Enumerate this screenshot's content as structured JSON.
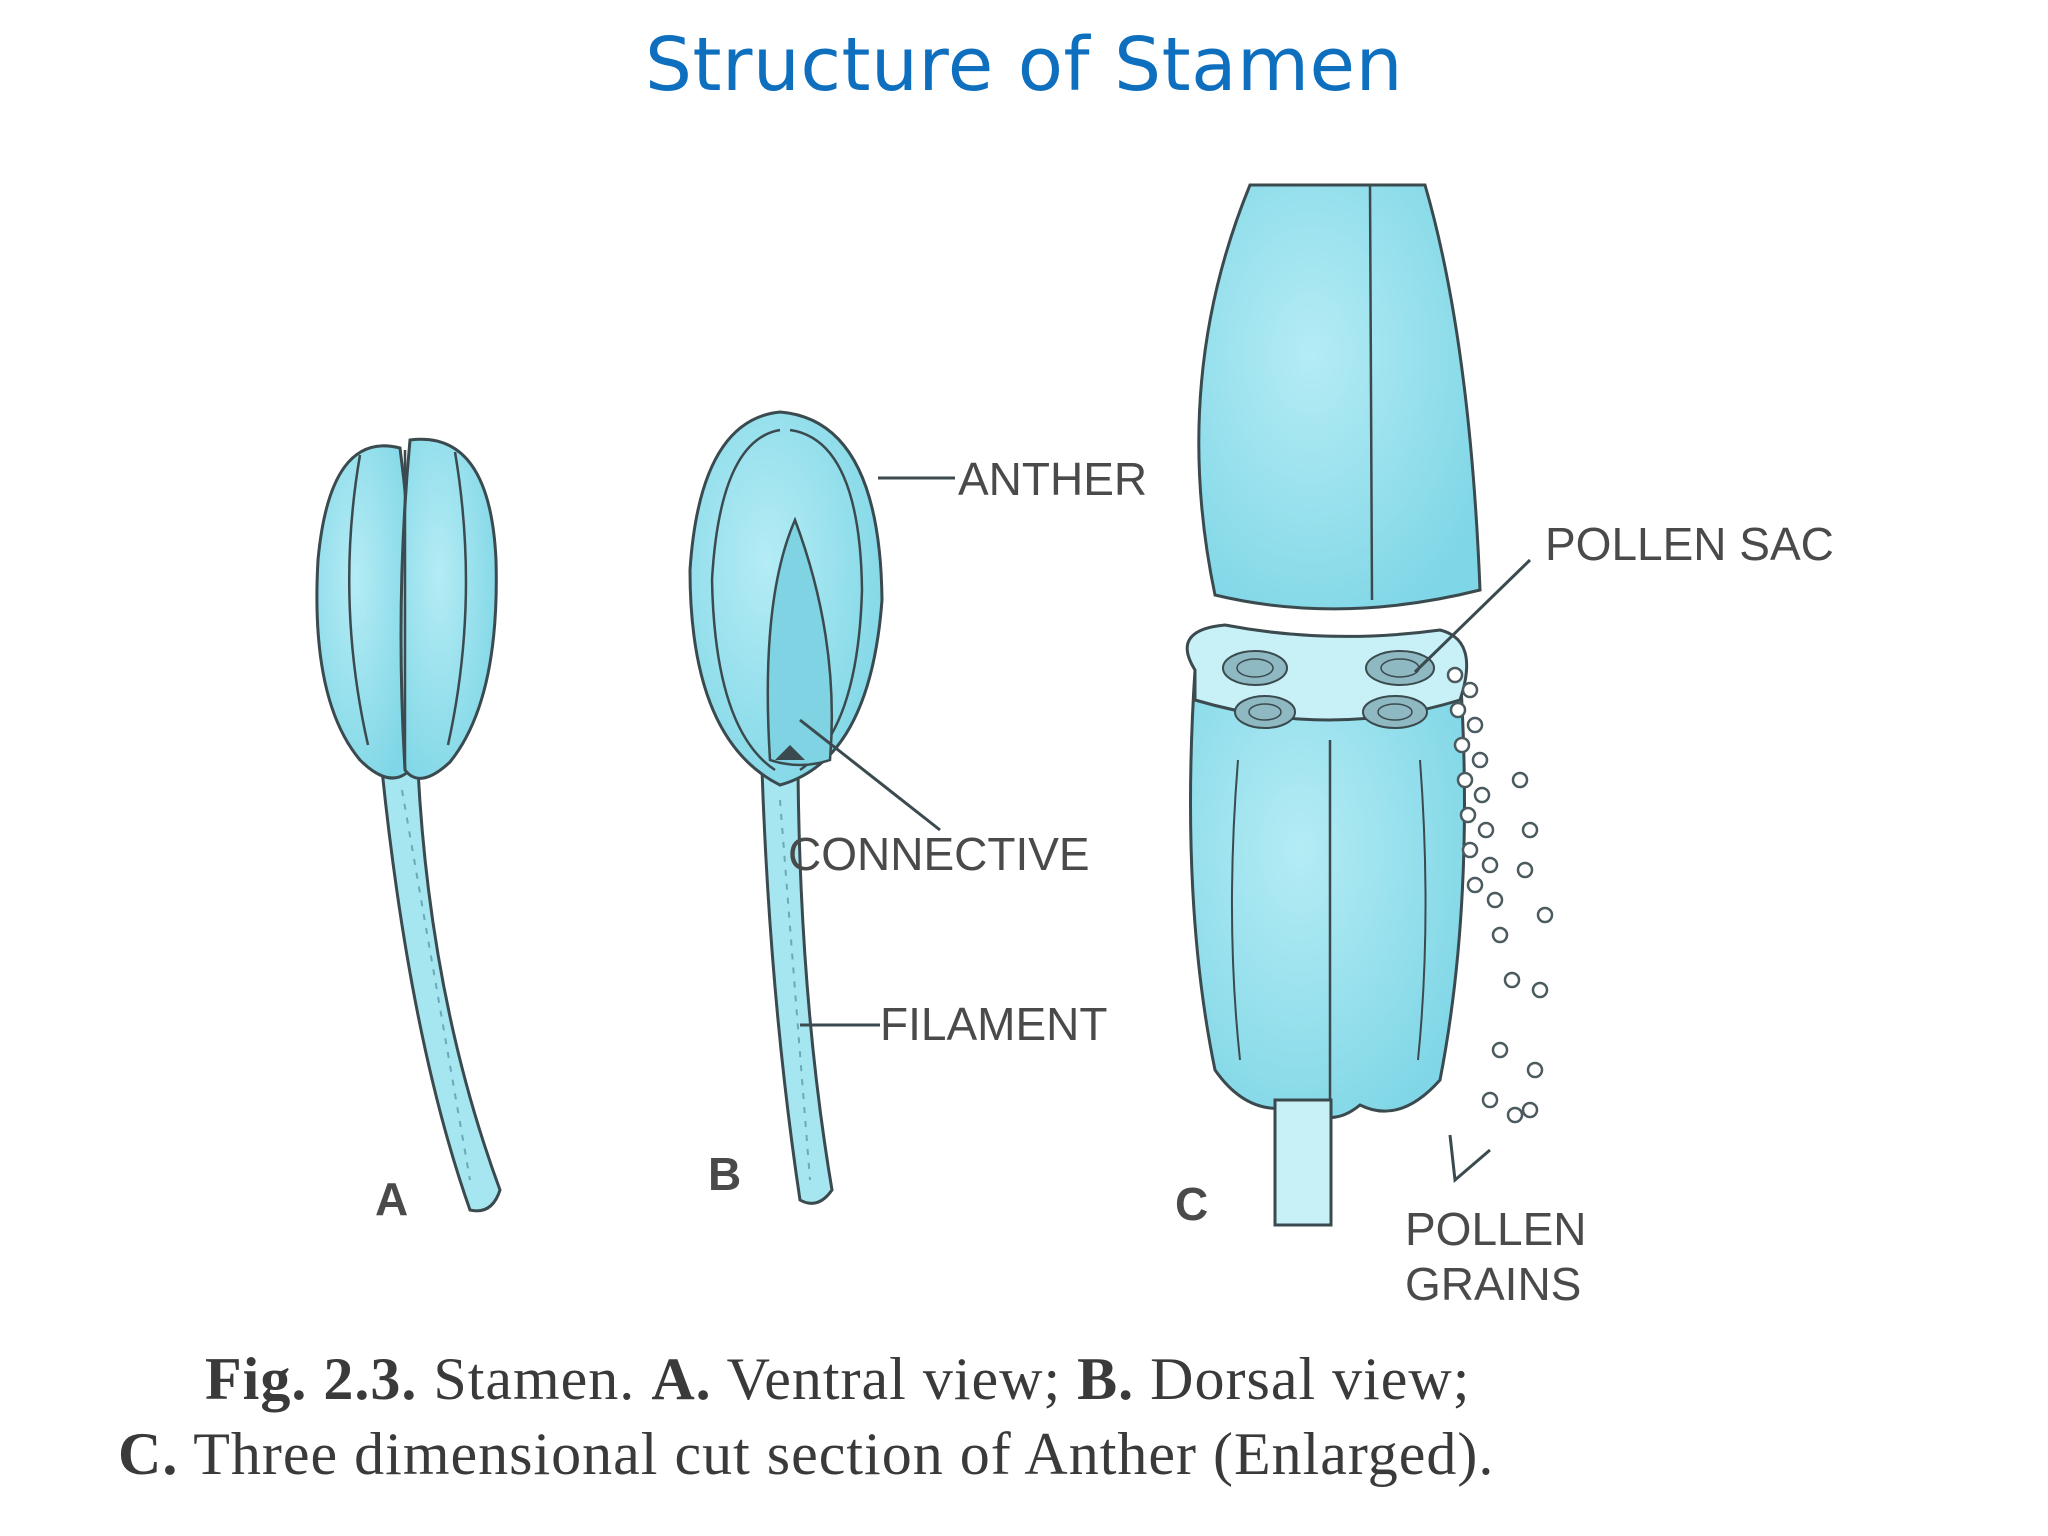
{
  "title": "Structure of Stamen",
  "labels": {
    "anther": "ANTHER",
    "pollen_sac": "POLLEN SAC",
    "connective": "CONNECTIVE",
    "filament": "FILAMENT",
    "pollen_grains_1": "POLLEN",
    "pollen_grains_2": "GRAINS",
    "view_a": "A",
    "view_b": "B",
    "view_c": "C"
  },
  "caption": {
    "fig": "Fig. 2.3.",
    "s1": " Stamen. ",
    "a": "A.",
    "s2": " Ventral view; ",
    "b": "B.",
    "s3": " Dorsal view;",
    "c": "C.",
    "s4": " Three dimensional cut section of Anther (Enlarged)."
  },
  "colors": {
    "title": "#0f6fbf",
    "tissue": "#9fe3ef",
    "tissue_dark": "#7fd3e3",
    "outline": "#3a4a4e"
  }
}
